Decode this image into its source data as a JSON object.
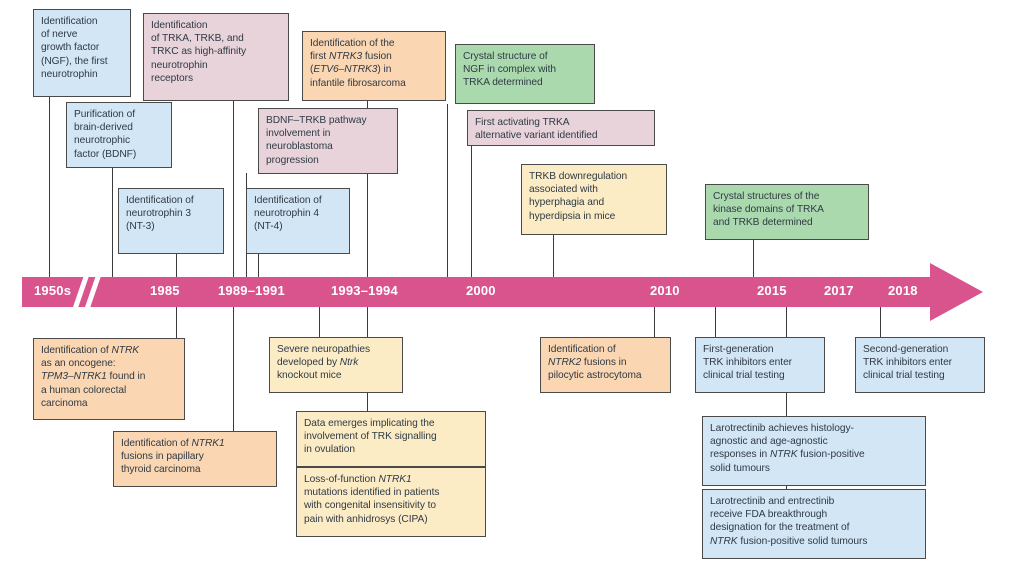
{
  "figure": {
    "type": "timeline",
    "title": "TRK / NTRK discovery timeline",
    "colors": {
      "bar": "#d9548d",
      "blue": "#d3e6f5",
      "mauve": "#e7d3d9",
      "orange": "#fbd6b2",
      "green": "#abd9ae",
      "cream": "#fcecc6"
    }
  },
  "axis": {
    "ticks": [
      {
        "label": "1950s"
      },
      {
        "label": "1985"
      },
      {
        "label": "1989–1991"
      },
      {
        "label": "1993–1994"
      },
      {
        "label": "2000"
      },
      {
        "label": "2010"
      },
      {
        "label": "2015"
      },
      {
        "label": "2017"
      },
      {
        "label": "2018"
      }
    ]
  },
  "events_above": [
    {
      "id": "ngf",
      "color": "blue",
      "lines": [
        [
          {
            "t": "Identification"
          }
        ],
        [
          {
            "t": "of nerve"
          }
        ],
        [
          {
            "t": "growth factor"
          }
        ],
        [
          {
            "t": "(NGF), the first"
          }
        ],
        [
          {
            "t": "neurotrophin"
          }
        ]
      ]
    },
    {
      "id": "bdnf",
      "color": "blue",
      "lines": [
        [
          {
            "t": "Purification of"
          }
        ],
        [
          {
            "t": "brain-derived"
          }
        ],
        [
          {
            "t": "neurotrophic"
          }
        ],
        [
          {
            "t": "factor (BDNF)"
          }
        ]
      ]
    },
    {
      "id": "nt3",
      "color": "blue",
      "lines": [
        [
          {
            "t": "Identification of"
          }
        ],
        [
          {
            "t": "neurotrophin 3"
          }
        ],
        [
          {
            "t": "(NT-3)"
          }
        ]
      ]
    },
    {
      "id": "trk-receptors",
      "color": "mauve",
      "lines": [
        [
          {
            "t": "Identification"
          }
        ],
        [
          {
            "t": "of TRKA, TRKB, and"
          }
        ],
        [
          {
            "t": "TRKC as high-affinity"
          }
        ],
        [
          {
            "t": "neurotrophin"
          }
        ],
        [
          {
            "t": "receptors"
          }
        ]
      ]
    },
    {
      "id": "bdnf-trkb-neuroblastoma",
      "color": "mauve",
      "lines": [
        [
          {
            "t": "BDNF–TRKB pathway"
          }
        ],
        [
          {
            "t": "involvement in"
          }
        ],
        [
          {
            "t": "neuroblastoma"
          }
        ],
        [
          {
            "t": "progression"
          }
        ]
      ]
    },
    {
      "id": "nt4",
      "color": "blue",
      "lines": [
        [
          {
            "t": "Identification of"
          }
        ],
        [
          {
            "t": "neurotrophin 4"
          }
        ],
        [
          {
            "t": "(NT-4)"
          }
        ]
      ]
    },
    {
      "id": "ntrk3-fusion",
      "color": "orange",
      "lines": [
        [
          {
            "t": "Identification of the"
          }
        ],
        [
          {
            "t": "first "
          },
          {
            "t": "NTRK3",
            "i": true
          },
          {
            "t": " fusion"
          }
        ],
        [
          {
            "t": "("
          },
          {
            "t": "ETV6–NTRK3",
            "i": true
          },
          {
            "t": ") in"
          }
        ],
        [
          {
            "t": "infantile fibrosarcoma"
          }
        ]
      ]
    },
    {
      "id": "ngf-trka-crystal",
      "color": "green",
      "lines": [
        [
          {
            "t": "Crystal structure of"
          }
        ],
        [
          {
            "t": "NGF in complex with"
          }
        ],
        [
          {
            "t": "TRKA determined"
          }
        ]
      ]
    },
    {
      "id": "trka-activating-variant",
      "color": "mauve",
      "lines": [
        [
          {
            "t": "First activating TRKA"
          }
        ],
        [
          {
            "t": "alternative variant identified"
          }
        ]
      ]
    },
    {
      "id": "trkb-downregulation",
      "color": "cream",
      "lines": [
        [
          {
            "t": "TRKB downregulation"
          }
        ],
        [
          {
            "t": "associated with"
          }
        ],
        [
          {
            "t": "hyperphagia and"
          }
        ],
        [
          {
            "t": "hyperdipsia in mice"
          }
        ]
      ]
    },
    {
      "id": "kinase-domain-crystal",
      "color": "green",
      "lines": [
        [
          {
            "t": "Crystal structures of the"
          }
        ],
        [
          {
            "t": "kinase domains of TRKA"
          }
        ],
        [
          {
            "t": "and TRKB determined"
          }
        ]
      ]
    }
  ],
  "events_below": [
    {
      "id": "ntrk-oncogene",
      "color": "orange",
      "lines": [
        [
          {
            "t": "Identification of "
          },
          {
            "t": "NTRK",
            "i": true
          }
        ],
        [
          {
            "t": "as an oncogene:"
          }
        ],
        [
          {
            "t": "TPM3–NTRK1",
            "i": true
          },
          {
            "t": " found in"
          }
        ],
        [
          {
            "t": "a human colorectal"
          }
        ],
        [
          {
            "t": "carcinoma"
          }
        ]
      ]
    },
    {
      "id": "ntrk1-papillary-thyroid",
      "color": "orange",
      "lines": [
        [
          {
            "t": "Identification of "
          },
          {
            "t": "NTRK1",
            "i": true
          }
        ],
        [
          {
            "t": "fusions in papillary"
          }
        ],
        [
          {
            "t": "thyroid carcinoma"
          }
        ]
      ]
    },
    {
      "id": "ntrk-knockout-mice",
      "color": "cream",
      "lines": [
        [
          {
            "t": "Severe neuropathies"
          }
        ],
        [
          {
            "t": "developed by "
          },
          {
            "t": "Ntrk",
            "i": true
          }
        ],
        [
          {
            "t": "knockout mice"
          }
        ]
      ]
    },
    {
      "id": "trk-ovulation",
      "color": "cream",
      "lines": [
        [
          {
            "t": "Data emerges implicating the"
          }
        ],
        [
          {
            "t": "involvement of TRK signalling"
          }
        ],
        [
          {
            "t": "in ovulation"
          }
        ]
      ]
    },
    {
      "id": "cipa",
      "color": "cream",
      "lines": [
        [
          {
            "t": "Loss-of-function "
          },
          {
            "t": "NTRK1",
            "i": true
          }
        ],
        [
          {
            "t": "mutations identified in patients"
          }
        ],
        [
          {
            "t": "with congenital insensitivity to"
          }
        ],
        [
          {
            "t": "pain with anhidrosys (CIPA)"
          }
        ]
      ]
    },
    {
      "id": "ntrk2-pilocytic",
      "color": "orange",
      "lines": [
        [
          {
            "t": "Identification of"
          }
        ],
        [
          {
            "t": "NTRK2",
            "i": true
          },
          {
            "t": " fusions in"
          }
        ],
        [
          {
            "t": "pilocytic astrocytoma"
          }
        ]
      ]
    },
    {
      "id": "first-gen-inhibitors",
      "color": "blue",
      "lines": [
        [
          {
            "t": "First-generation"
          }
        ],
        [
          {
            "t": "TRK inhibitors enter"
          }
        ],
        [
          {
            "t": "clinical trial testing"
          }
        ]
      ]
    },
    {
      "id": "larotrectinib-agnostic",
      "color": "blue",
      "lines": [
        [
          {
            "t": "Larotrectinib achieves histology-"
          }
        ],
        [
          {
            "t": "agnostic and age-agnostic"
          }
        ],
        [
          {
            "t": "responses in "
          },
          {
            "t": "NTRK",
            "i": true
          },
          {
            "t": " fusion-positive"
          }
        ],
        [
          {
            "t": "solid tumours"
          }
        ]
      ]
    },
    {
      "id": "fda-breakthrough",
      "color": "blue",
      "lines": [
        [
          {
            "t": "Larotrectinib and entrectinib"
          }
        ],
        [
          {
            "t": "receive FDA breakthrough"
          }
        ],
        [
          {
            "t": "designation for the treatment of"
          }
        ],
        [
          {
            "t": "NTRK",
            "i": true
          },
          {
            "t": " fusion-positive solid tumours"
          }
        ]
      ]
    },
    {
      "id": "second-gen-inhibitors",
      "color": "blue",
      "lines": [
        [
          {
            "t": "Second-generation"
          }
        ],
        [
          {
            "t": "TRK inhibitors enter"
          }
        ],
        [
          {
            "t": "clinical trial testing"
          }
        ]
      ]
    }
  ]
}
